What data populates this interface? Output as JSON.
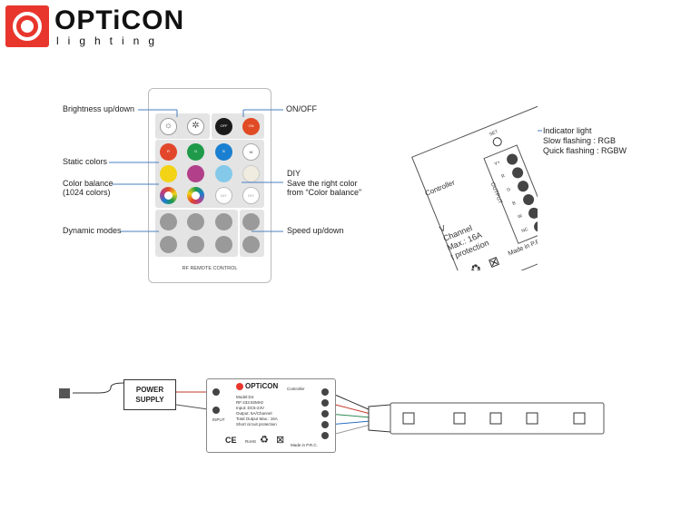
{
  "brand": {
    "name": "OPTiCON",
    "sub": "lighting",
    "color": "#e8362d"
  },
  "remote": {
    "footer": "RF REMOTE CONTROL",
    "off_label": "OFF",
    "on_label": "ON",
    "diy_label": "DIY",
    "static_colors": [
      "#e2472b",
      "#1f9a4a",
      "#1a7fd0",
      "#ffffff",
      "#f2d316",
      "#b23f8a",
      "#84c9ea",
      "#f1ece0"
    ],
    "static_text": [
      "R",
      "G",
      "B",
      "W"
    ]
  },
  "labels": {
    "brightness": "Brightness up/down",
    "static_colors": "Static colors",
    "color_balance": "Color balance",
    "color_balance_sub": "(1024 colors)",
    "dynamic_modes": "Dynamic modes",
    "on_off": "ON/OFF",
    "diy": "DIY",
    "diy_sub1": "Save the right color",
    "diy_sub2": "from “Color balance”",
    "speed": "Speed up/down",
    "indicator": "Indicator light",
    "slow": "Slow flashing : RGB",
    "quick": "Quick flashing : RGBW"
  },
  "controller_closeup": {
    "text_controller": "Controller",
    "text_v": "V",
    "text_channel": "Channel",
    "text_max": "Max.: 16A",
    "text_protection": "t protection",
    "set": "SET",
    "output": "OUTPUT",
    "made_in": "Made in P.R.C.",
    "terminals": [
      "V+",
      "R",
      "G",
      "B",
      "W",
      "NC"
    ]
  },
  "wiring": {
    "power_supply": [
      "POWER",
      "SUPPLY"
    ],
    "model": "Model:D4",
    "rf": "RF:433.92MHz",
    "input": "Input: DC5-24V",
    "output": "Output: 5A/Channel",
    "total": "Total Output Max.: 16A",
    "short": "Short circuit protection",
    "controller": "Controller",
    "made_in": "Made in P.R.C.",
    "rohs": "RoHS",
    "ce": "CE",
    "input_label": "INPUT"
  }
}
